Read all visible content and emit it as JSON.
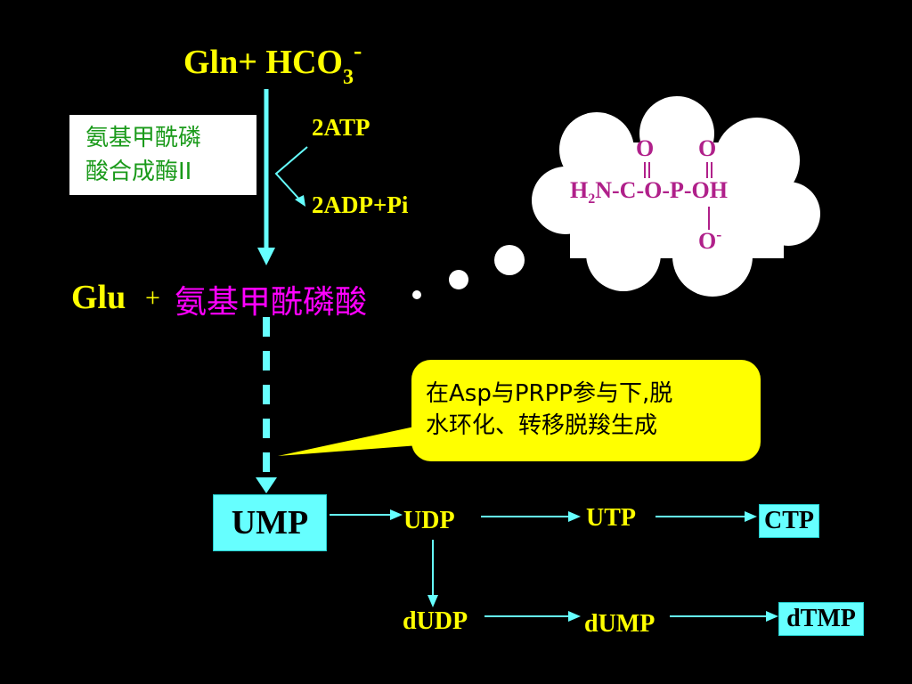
{
  "colors": {
    "background": "#000000",
    "yellow": "#ffff00",
    "cyan": "#66ffff",
    "magenta": "#ff00ff",
    "enzyme_green": "#1a9a1a",
    "structure_purple": "#b0208a",
    "white": "#ffffff"
  },
  "reactants": {
    "gln": "Gln+ HCO",
    "sub": "3",
    "sup": "-"
  },
  "enzyme": {
    "line1": "氨基甲酰磷",
    "line2": "酸合成酶II"
  },
  "energy": {
    "atp": "2ATP",
    "adp": "2ADP+Pi"
  },
  "product": {
    "glu": "Glu",
    "plus": "+",
    "carbamoyl": "氨基甲酰磷酸"
  },
  "callout": {
    "line1": "在Asp与PRPP参与下,脱",
    "line2": "水环化、转移脱羧生成"
  },
  "structure": {
    "o_top_left": "O",
    "o_top_right": "O",
    "h": "H",
    "sub2": "2",
    "chain": "N-C-O-P-OH",
    "o_bottom": "O",
    "o_bottom_sup": "-"
  },
  "nodes": {
    "ump": "UMP",
    "udp": "UDP",
    "utp": "UTP",
    "ctp": "CTP",
    "dudp": "dUDP",
    "dump": "dUMP",
    "dtmp": "dTMP"
  }
}
